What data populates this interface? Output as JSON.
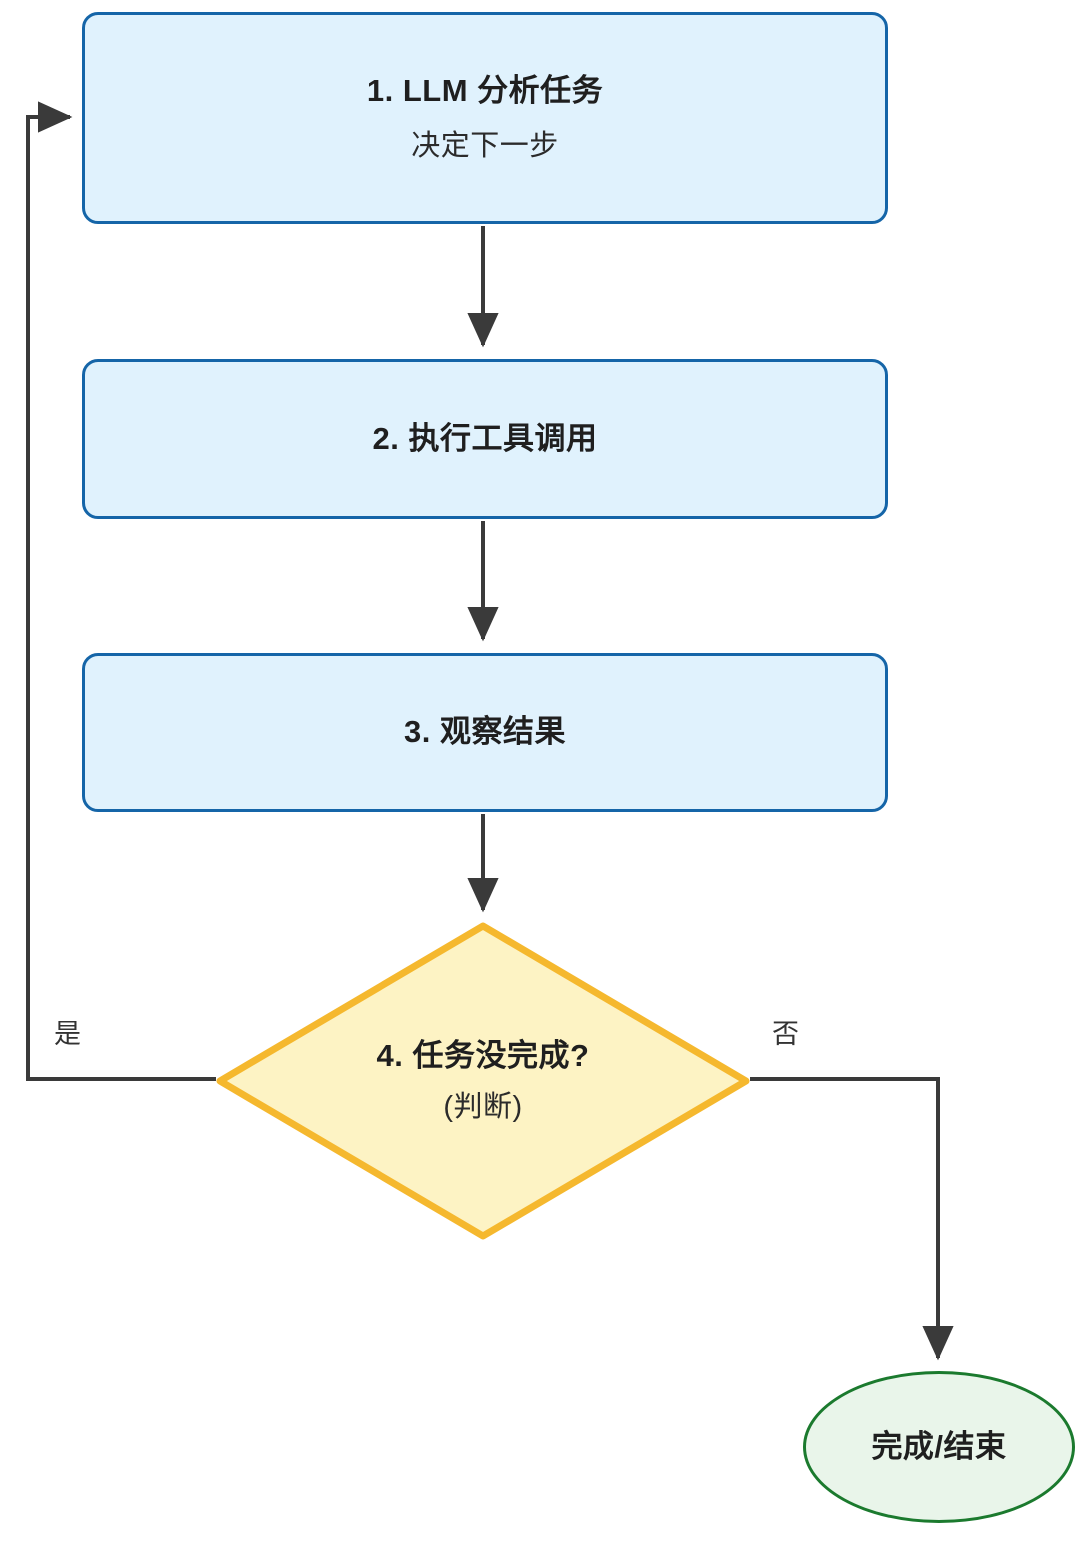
{
  "diagram": {
    "type": "flowchart",
    "orientation": "top-to-bottom",
    "nodes": [
      {
        "id": "step1",
        "shape": "rounded-rectangle",
        "title": "1. LLM 分析任务",
        "subtitle": "决定下一步",
        "fill": "#e0f2fd",
        "stroke": "#1565a8"
      },
      {
        "id": "step2",
        "shape": "rounded-rectangle",
        "title": "2. 执行工具调用",
        "subtitle": "",
        "fill": "#e0f2fd",
        "stroke": "#1565a8"
      },
      {
        "id": "step3",
        "shape": "rounded-rectangle",
        "title": "3. 观察结果",
        "subtitle": "",
        "fill": "#e0f2fd",
        "stroke": "#1565a8"
      },
      {
        "id": "step4",
        "shape": "diamond",
        "title": "4. 任务没完成?",
        "subtitle": "(判断)",
        "fill": "#fdf3c4",
        "stroke": "#f5b82e"
      },
      {
        "id": "end",
        "shape": "ellipse",
        "title": "完成/结束",
        "subtitle": "",
        "fill": "#e9f5ea",
        "stroke": "#1b7a2e"
      }
    ],
    "edges": [
      {
        "id": "e1",
        "from": "step1",
        "to": "step2",
        "label": ""
      },
      {
        "id": "e2",
        "from": "step2",
        "to": "step3",
        "label": ""
      },
      {
        "id": "e3",
        "from": "step3",
        "to": "step4",
        "label": ""
      },
      {
        "id": "e4",
        "from": "step4",
        "to": "step1",
        "label": "是"
      },
      {
        "id": "e5",
        "from": "step4",
        "to": "end",
        "label": "否"
      }
    ],
    "edge_color": "#3a3a3a"
  }
}
